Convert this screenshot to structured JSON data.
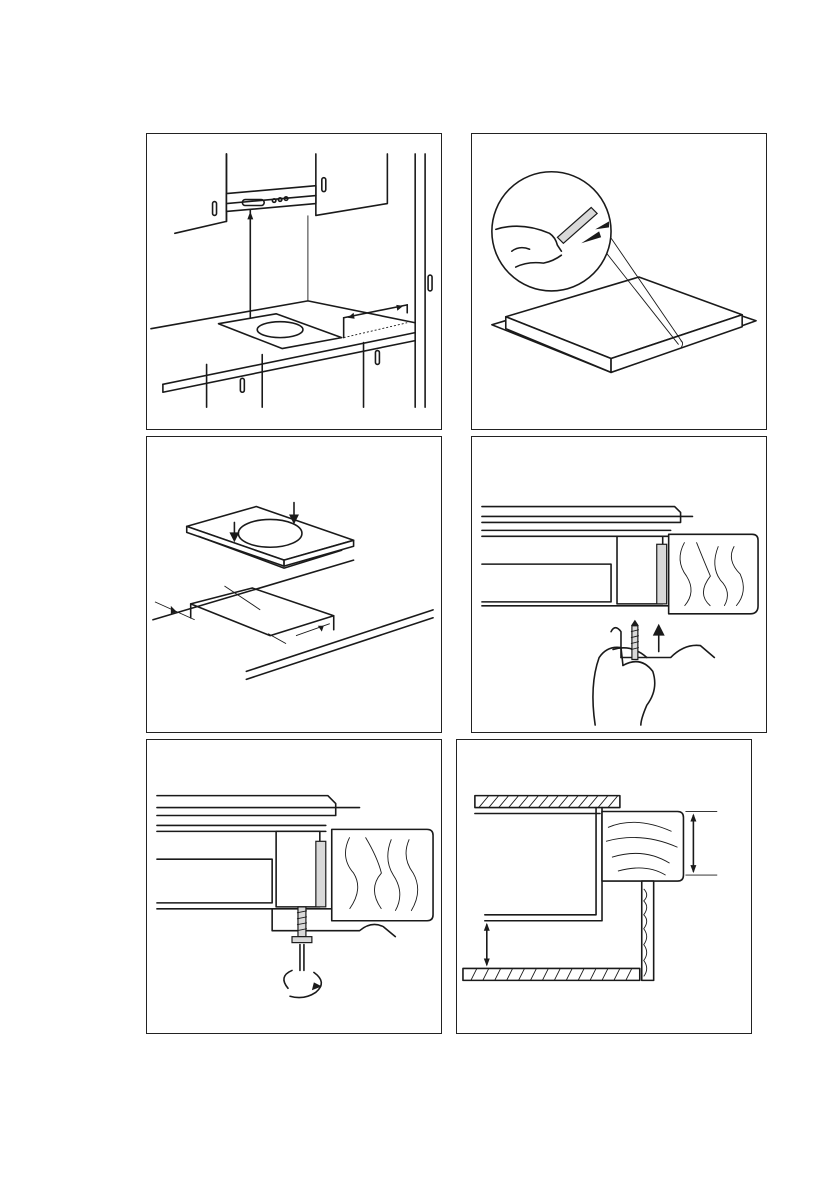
{
  "page": {
    "type": "installation-illustration-sheet",
    "background": "#ffffff",
    "line_color": "#1a1a1a"
  },
  "figures": [
    {
      "id": "fig-1",
      "depicts": "kitchen-cabinet-hood-clearance",
      "text": ""
    },
    {
      "id": "fig-2",
      "depicts": "applying-seal-strip",
      "text": ""
    },
    {
      "id": "fig-3",
      "depicts": "hob-cutout-dimensions",
      "text": ""
    },
    {
      "id": "fig-4",
      "depicts": "attaching-bracket-screw",
      "text": ""
    },
    {
      "id": "fig-5",
      "depicts": "tightening-bracket-screw",
      "text": ""
    },
    {
      "id": "fig-6",
      "depicts": "worktop-section-clearance",
      "text": ""
    }
  ]
}
